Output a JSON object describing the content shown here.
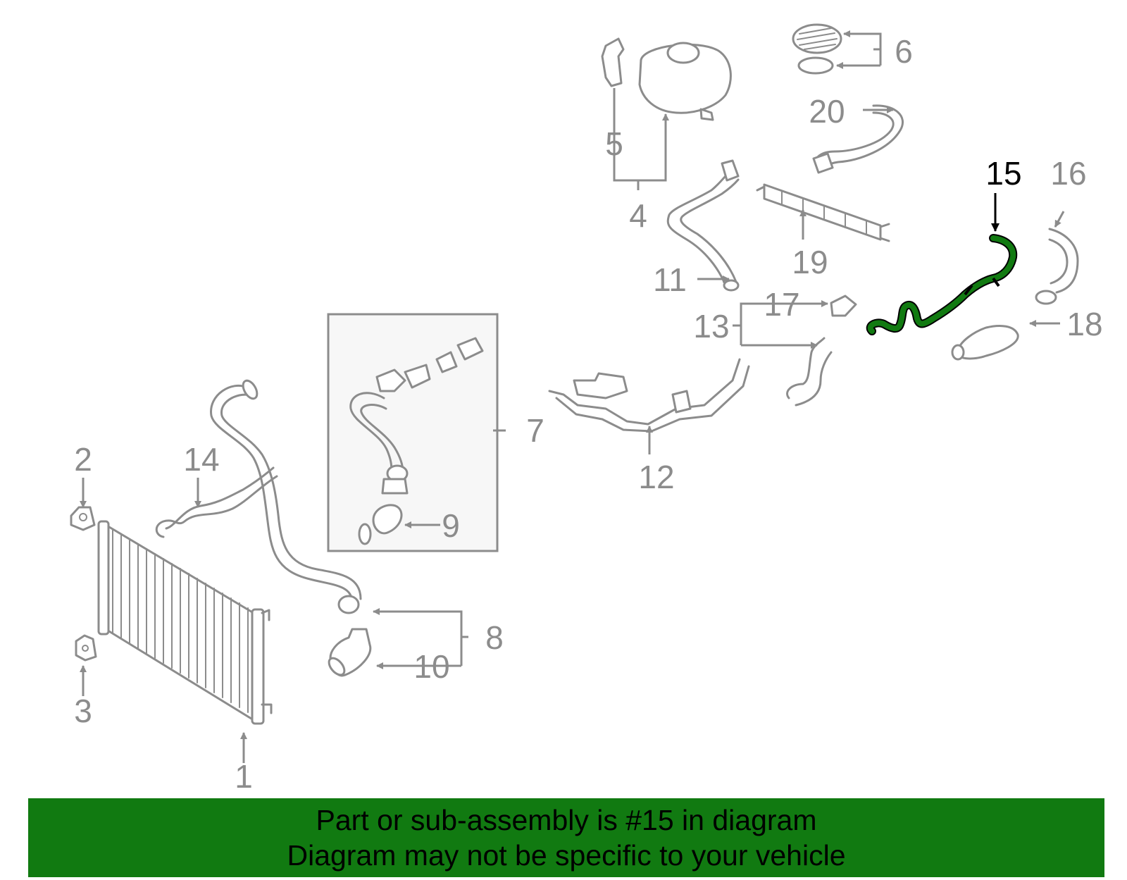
{
  "callouts": [
    "1",
    "2",
    "3",
    "4",
    "5",
    "6",
    "7",
    "8",
    "9",
    "10",
    "11",
    "12",
    "13",
    "14",
    "15",
    "16",
    "17",
    "18",
    "19",
    "20"
  ],
  "highlighted_part": "15",
  "colors": {
    "highlight": "#117a11",
    "linework": "#8c8c8c",
    "banner": "#117a11",
    "box_fill": "#f7f7f7"
  },
  "banner": {
    "line1": "Part or sub-assembly is #15 in diagram",
    "line2": "Diagram may not be specific to your vehicle"
  }
}
